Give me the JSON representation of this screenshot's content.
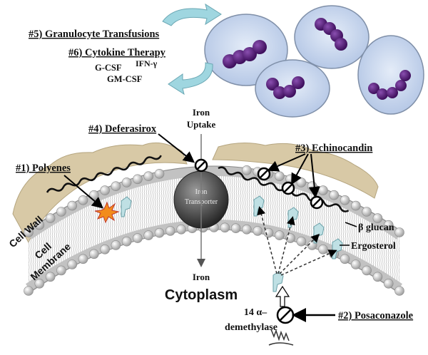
{
  "labels": {
    "granulocyte": "#5) Granulocyte Transfusions",
    "cytokine": "#6) Cytokine Therapy",
    "gcsf": "G-CSF",
    "ifn": "IFN-γ",
    "gmcsf": "GM-CSF",
    "deferasirox": "#4) Deferasirox",
    "iron_uptake_1": "Iron",
    "iron_uptake_2": "Uptake",
    "echinocandin": "#3) Echinocandin",
    "polyenes": "#1) Polyenes",
    "iron_transporter_1": "Iron",
    "iron_transporter_2": "Transporter",
    "cell_wall": "Cell Wall",
    "cell_membrane_1": "Cell",
    "cell_membrane_2": "Membrane",
    "beta_glucan": "β glucan",
    "ergosterol": "Ergosterol",
    "iron_bottom": "Iron",
    "cytoplasm": "Cytoplasm",
    "demethylase_1": "14 α–",
    "demethylase_2": "demethylase",
    "posaconazole": "#2) Posaconazole"
  },
  "colors": {
    "cell_wall": "#d8c9a6",
    "neutrophil_fill": "#c9d8ee",
    "nucleus": "#5a1f78",
    "arrow_cyan": "#9fd6e0",
    "ergosterol": "#bfe0e4",
    "transporter": "#444444"
  }
}
